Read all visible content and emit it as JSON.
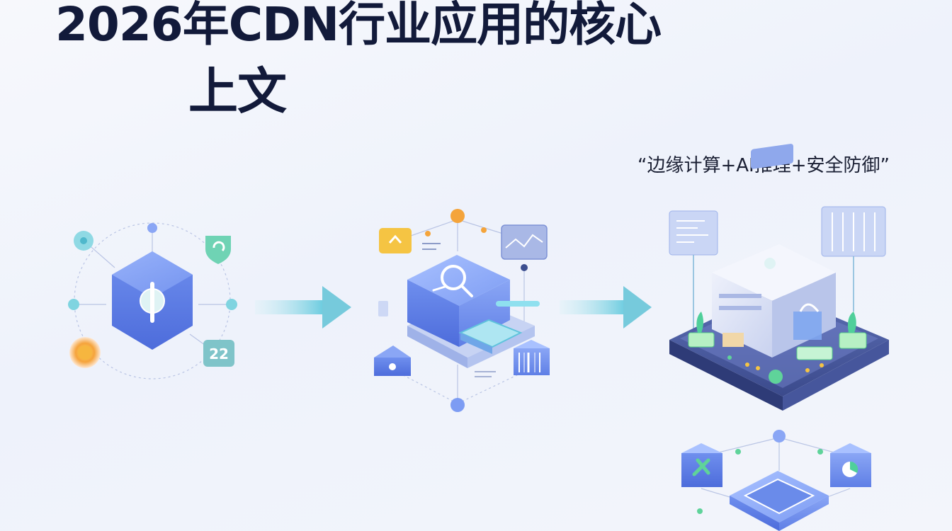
{
  "title": {
    "line1": "2026年CDN行业应用的核心",
    "line2": "上文"
  },
  "subtitle": "“边缘计算+AI推理+安全防御”",
  "badge_number": "22",
  "colors": {
    "title": "#121a3a",
    "hex_blue": "#5b7ee8",
    "accent_teal": "#6fd3d6",
    "accent_green": "#4fcf9a",
    "accent_orange": "#f3a33a",
    "accent_yellow": "#f5c443",
    "arrow": "#7fcfe0"
  },
  "icons": [
    "hexagon-lock-icon",
    "shield-icon",
    "badge-22-icon",
    "sun-node-icon",
    "search-box-icon",
    "chart-panel-icon",
    "warning-card-icon",
    "barcode-cube-icon",
    "edge-building-icon",
    "network-chip-icon",
    "arrow-right-icon"
  ]
}
